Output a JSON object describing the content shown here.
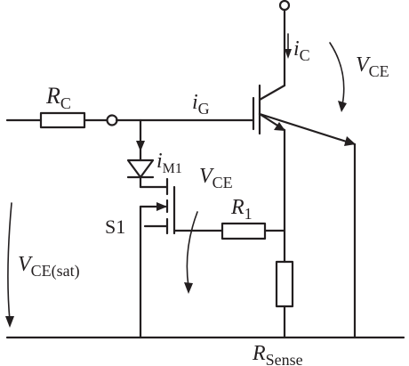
{
  "labels": {
    "rc": {
      "main": "R",
      "sub": "C"
    },
    "ig": {
      "main": "i",
      "sub": "G"
    },
    "ic": {
      "main": "i",
      "sub": "C"
    },
    "vce_top": {
      "main": "V",
      "sub": "CE"
    },
    "im1": {
      "main": "i",
      "sub": "M1"
    },
    "vce_mid": {
      "main": "V",
      "sub": "CE"
    },
    "r1": {
      "main": "R",
      "sub": "1"
    },
    "s1": "S1",
    "vce_sat": {
      "main": "V",
      "sub": "CE(sat)"
    },
    "rsense": {
      "main": "R",
      "sub": "Sense"
    }
  }
}
